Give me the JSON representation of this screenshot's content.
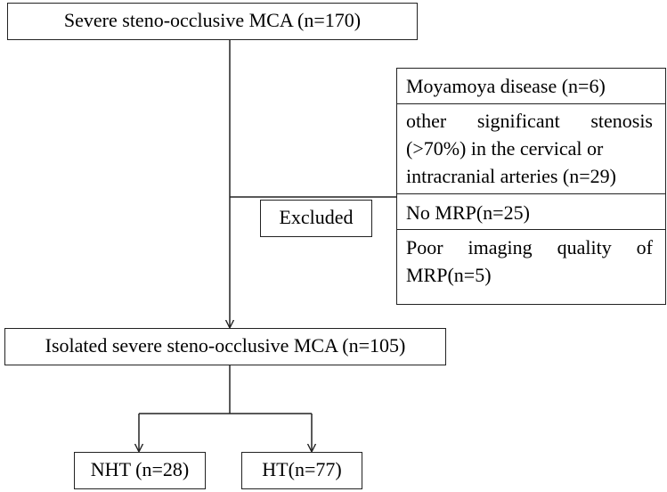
{
  "top": {
    "label": "Severe steno-occlusive MCA (n=170)"
  },
  "excluded": {
    "label": "Excluded",
    "reasons": [
      {
        "lines": [
          "Moyamoya disease (n=6)"
        ]
      },
      {
        "lines": [
          "other significant stenosis",
          "(>70%) in the cervical or",
          "intracranial arteries (n=29)"
        ]
      },
      {
        "lines": [
          "No MRP(n=25)"
        ]
      },
      {
        "lines": [
          "Poor imaging quality of",
          "MRP(n=5)"
        ]
      }
    ]
  },
  "isolated": {
    "label": "Isolated severe steno-occlusive MCA (n=105)"
  },
  "groups": [
    {
      "label": "NHT (n=28)"
    },
    {
      "label": "HT(n=77)"
    }
  ]
}
